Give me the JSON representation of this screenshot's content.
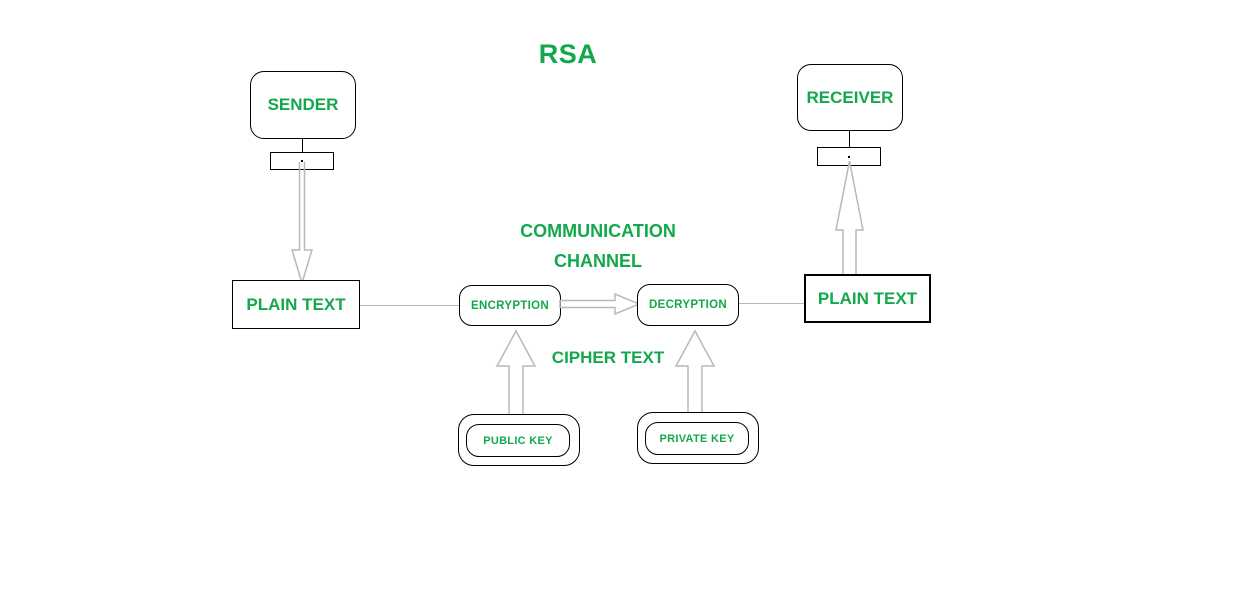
{
  "diagram": {
    "title": "RSA",
    "accent_color": "#13a84c",
    "line_color": "#b8b8b8",
    "border_color": "#000000",
    "background": "#ffffff",
    "labels": {
      "communication_channel_line1": "COMMUNICATION",
      "communication_channel_line2": "CHANNEL",
      "cipher_text": "CIPHER TEXT"
    },
    "nodes": {
      "sender": "SENDER",
      "receiver": "RECEIVER",
      "plain_text_left": "PLAIN TEXT",
      "plain_text_right": "PLAIN TEXT",
      "encryption": "ENCRYPTION",
      "decryption": "DECRYPTION",
      "public_key": "PUBLIC KEY",
      "private_key": "PRIVATE KEY"
    },
    "flow": [
      {
        "from": "sender",
        "to": "plain_text_left",
        "style": "block-arrow-down"
      },
      {
        "from": "plain_text_left",
        "to": "encryption",
        "style": "thin-line"
      },
      {
        "from": "encryption",
        "to": "decryption",
        "style": "block-arrow-right",
        "label": "CIPHER TEXT"
      },
      {
        "from": "decryption",
        "to": "plain_text_right",
        "style": "thin-line"
      },
      {
        "from": "plain_text_right",
        "to": "receiver",
        "style": "block-arrow-up"
      },
      {
        "from": "public_key",
        "to": "encryption",
        "style": "block-arrow-up"
      },
      {
        "from": "private_key",
        "to": "decryption",
        "style": "block-arrow-up"
      }
    ]
  }
}
